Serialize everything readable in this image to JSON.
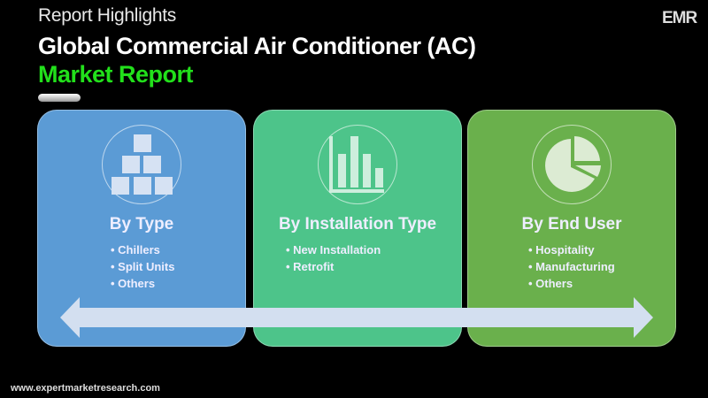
{
  "header": {
    "kicker": "Report Highlights",
    "title": "Global Commercial Air Conditioner (AC)",
    "subtitle": "Market Report",
    "logo": "EMR"
  },
  "colors": {
    "accent": "#22e01b",
    "card1": "#5b9bd5",
    "card2": "#4dc48a",
    "card3": "#6ab04c"
  },
  "cards": [
    {
      "icon": "boxes-icon",
      "title": "By Type",
      "items": [
        "Chillers",
        "Split Units",
        "Others"
      ]
    },
    {
      "icon": "bar-chart-icon",
      "title": "By Installation Type",
      "items": [
        "New Installation",
        "Retrofit"
      ]
    },
    {
      "icon": "pie-chart-icon",
      "title": "By End User",
      "items": [
        "Hospitality",
        "Manufacturing",
        "Others"
      ]
    }
  ],
  "footer": {
    "website": "www.expertmarketresearch.com"
  }
}
